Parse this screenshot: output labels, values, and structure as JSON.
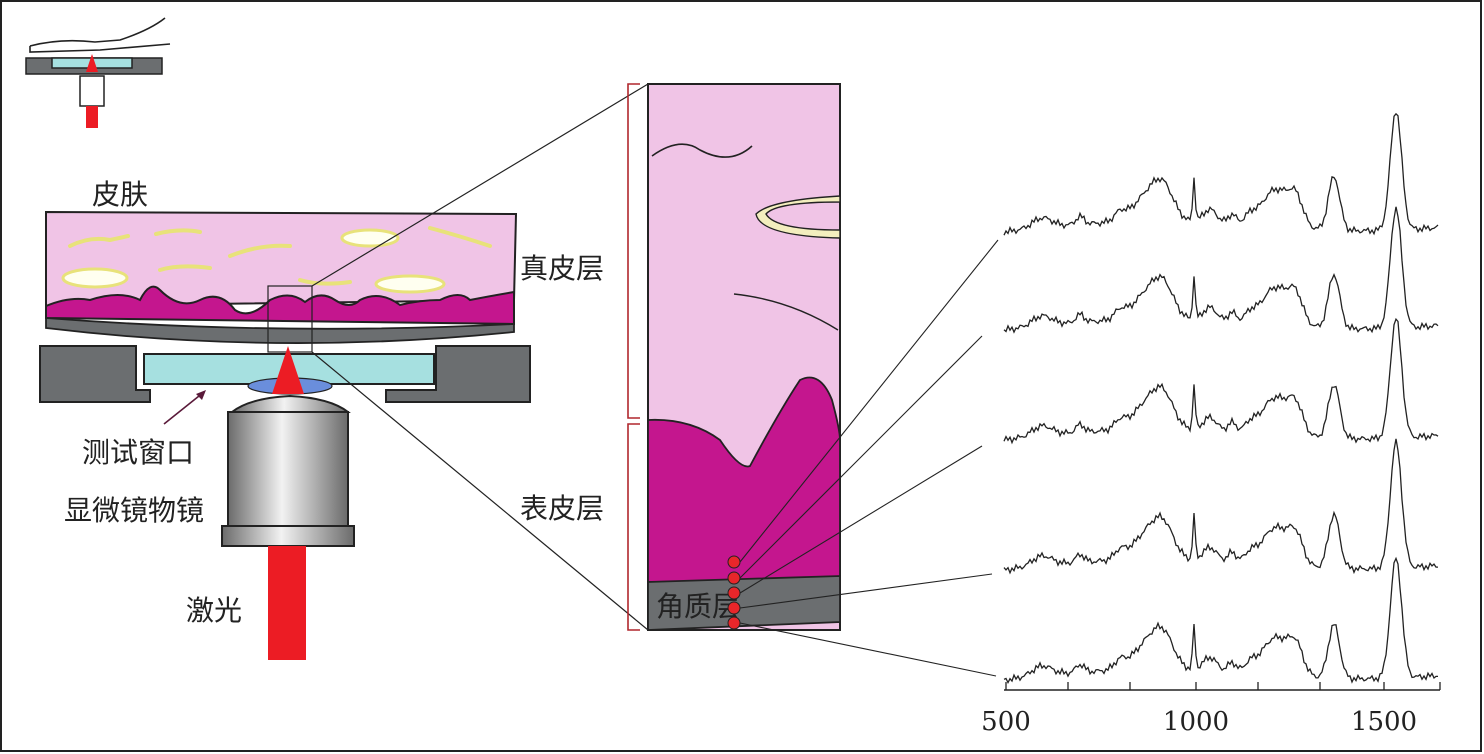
{
  "labels": {
    "skin": "皮肤",
    "dermis": "真皮层",
    "epidermis": "表皮层",
    "stratum_corneum": "角质层",
    "test_window": "测试窗口",
    "objective": "显微镜物镜",
    "laser": "激光"
  },
  "colors": {
    "dermis": "#f0c4e6",
    "epidermis": "#c4168e",
    "corneum": "#6b6e70",
    "window": "#a6e0e0",
    "laser": "#ec1c24",
    "bracket": "#b0272d",
    "point": "#e8262a"
  },
  "spectra": {
    "x_ticks": [
      500,
      1000,
      1500
    ],
    "count": 5
  }
}
